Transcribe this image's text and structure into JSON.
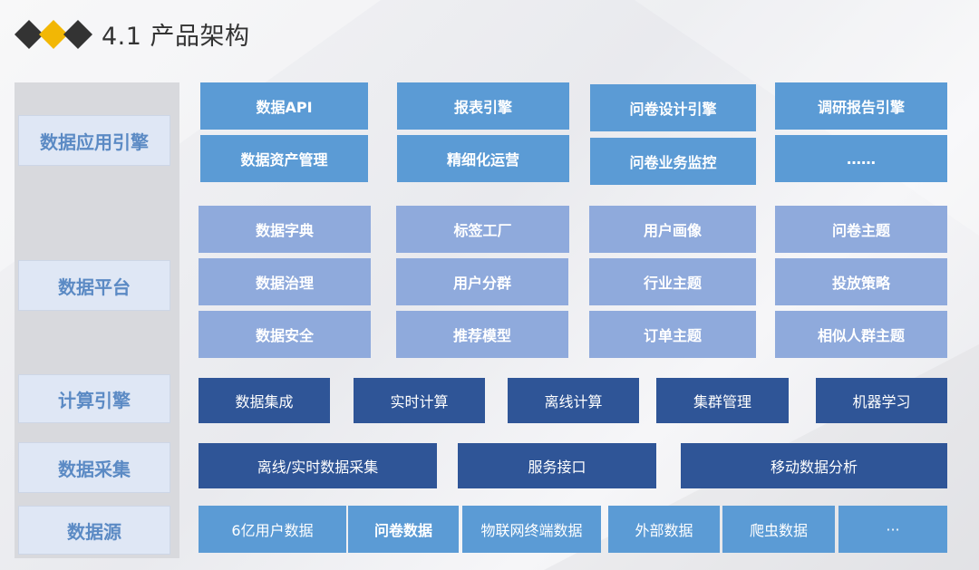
{
  "header": {
    "title": "4.1 产品架构",
    "logo_icon": "diamond-logo-icon"
  },
  "colors": {
    "application": "#5b9bd5",
    "platform": "#8faadc",
    "dark": "#2f5597",
    "source": "#5b9bd5",
    "label_text": "#5b8ac4"
  },
  "layers": {
    "application": {
      "label": "数据应用引擎",
      "items": [
        "数据API",
        "报表引擎",
        "问卷设计引擎",
        "调研报告引擎",
        "数据资产管理",
        "精细化运营",
        "问卷业务监控",
        "……"
      ]
    },
    "platform": {
      "label": "数据平台",
      "items": [
        "数据字典",
        "标签工厂",
        "用户画像",
        "问卷主题",
        "数据治理",
        "用户分群",
        "行业主题",
        "投放策略",
        "数据安全",
        "推荐模型",
        "订单主题",
        "相似人群主题"
      ]
    },
    "compute": {
      "label": "计算引擎",
      "items": [
        "数据集成",
        "实时计算",
        "离线计算",
        "集群管理",
        "机器学习"
      ]
    },
    "collect": {
      "label": "数据采集",
      "items": [
        "离线/实时数据采集",
        "服务接口",
        "移动数据分析"
      ]
    },
    "source": {
      "label": "数据源",
      "items": [
        "6亿用户数据",
        "问卷数据",
        "物联网终端数据",
        "外部数据",
        "爬虫数据",
        "···"
      ]
    }
  }
}
